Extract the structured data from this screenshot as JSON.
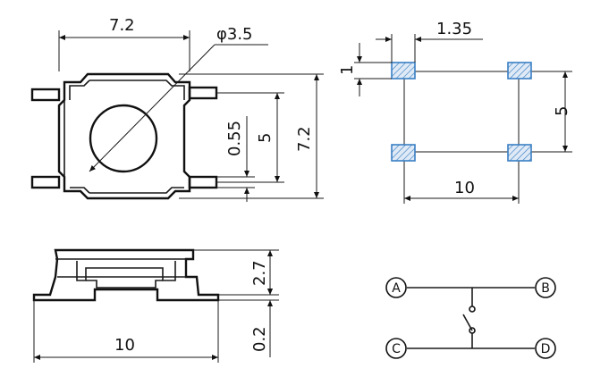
{
  "top_view": {
    "width_dim": "7.2",
    "diameter_dim": "φ3.5",
    "pin_width_dim": "0.55",
    "pin_pitch_dim": "5",
    "height_dim": "7.2"
  },
  "pad_layout": {
    "pad_width_dim": "1.35",
    "pad_height_dim": "1",
    "vertical_pitch_dim": "5",
    "horizontal_pitch_dim": "10",
    "pad_color": "#3a7fc4"
  },
  "side_view": {
    "height_dim": "2.7",
    "lead_thickness_dim": "0.2",
    "length_dim": "10"
  },
  "schematic": {
    "terminals": [
      "A",
      "B",
      "C",
      "D"
    ]
  }
}
